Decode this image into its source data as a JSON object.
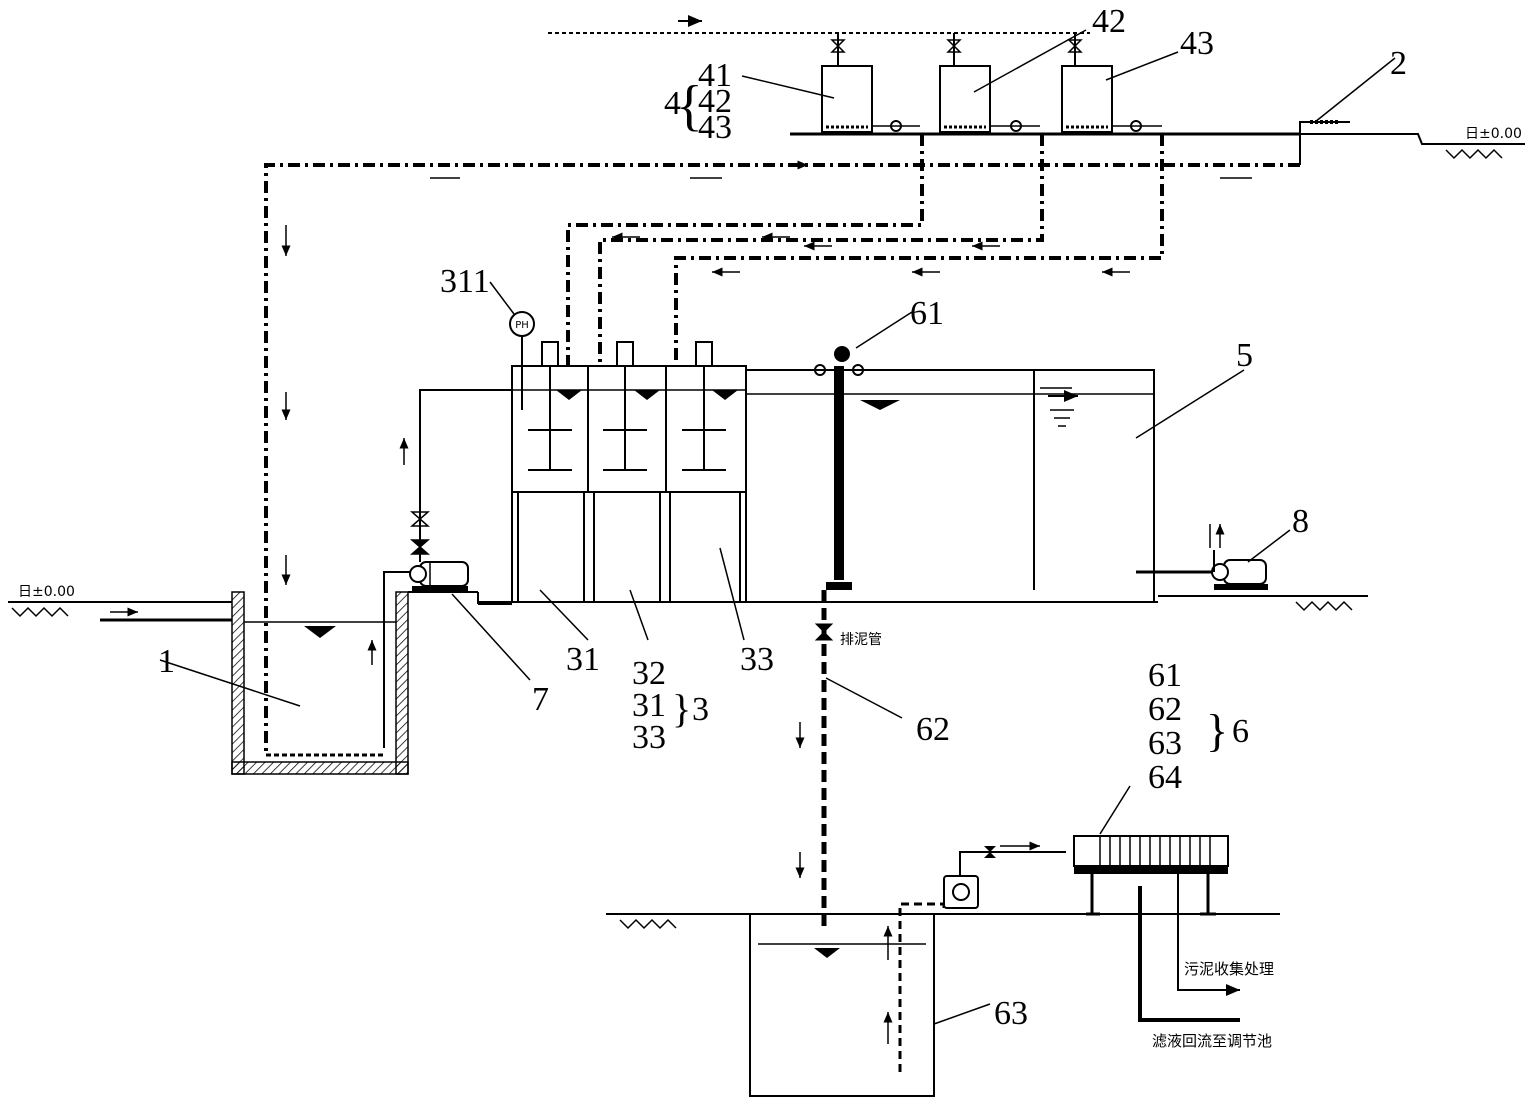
{
  "labels": {
    "pool_regulating": "1",
    "inlet_pipe": "2",
    "reaction_tank_group": "3",
    "tank_31": "31",
    "tank_32": "32",
    "tank_33": "33",
    "ph_meter": "311",
    "ph_text": "PH",
    "dosing_group": "4",
    "dosing_41": "41",
    "dosing_42": "42",
    "dosing_43": "43",
    "settling_tank": "5",
    "sludge_system": "6",
    "sludge_61": "61",
    "sludge_62": "62",
    "sludge_63": "63",
    "sludge_64": "64",
    "pump_7": "7",
    "pump_8": "8"
  },
  "group_3": {
    "items": [
      "32",
      "31",
      "33"
    ],
    "label": "3"
  },
  "group_4": {
    "items": [
      "41",
      "42",
      "43"
    ],
    "label": "4"
  },
  "group_6": {
    "items": [
      "61",
      "62",
      "63",
      "64"
    ],
    "label": "6"
  },
  "ground_left": "日±0.00",
  "ground_right": "日±0.00",
  "valve_text": "排泥管",
  "sludge_disposal": "污泥收集处理",
  "filtrate_return": "滤液回流至调节池"
}
